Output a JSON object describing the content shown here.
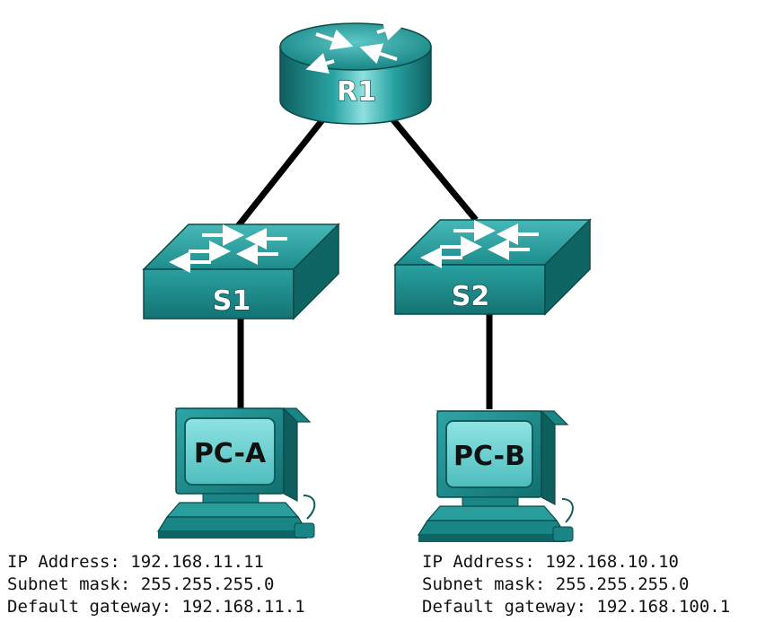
{
  "devices": {
    "router": {
      "label": "R1"
    },
    "switch_1": {
      "label": "S1"
    },
    "switch_2": {
      "label": "S2"
    },
    "pc_a": {
      "label": "PC-A"
    },
    "pc_b": {
      "label": "PC-B"
    }
  },
  "pc_a_info": {
    "ip": "IP Address: 192.168.11.11",
    "mask": "Subnet mask: 255.255.255.0",
    "gateway": "Default gateway: 192.168.11.1"
  },
  "pc_b_info": {
    "ip": "IP Address: 192.168.10.10",
    "mask": "Subnet mask: 255.255.255.0",
    "gateway": "Default gateway: 192.168.100.1"
  },
  "icons": {
    "router": "router-icon",
    "switch": "switch-icon",
    "pc": "pc-icon"
  },
  "colors": {
    "device_teal": "#1f8f8f",
    "device_dark": "#0f5e5e",
    "device_light": "#57c4c4",
    "link": "#000000"
  }
}
